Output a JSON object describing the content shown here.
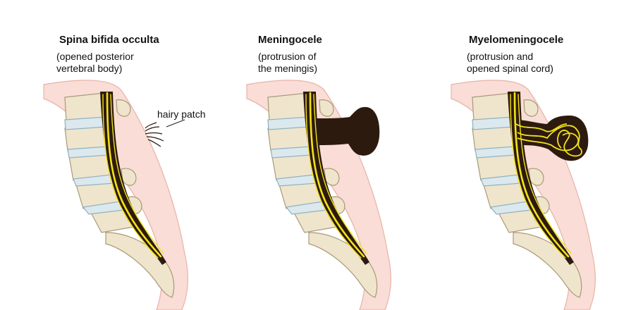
{
  "panels": [
    {
      "title": "Spina bifida occulta",
      "subtitle": "(opened posterior\nvertebral body)"
    },
    {
      "title": "Meningocele",
      "subtitle": "(protrusion of\nthe meningis)"
    },
    {
      "title": "Myelomeningocele",
      "subtitle": "(protrusion and\nopened spinal cord)"
    }
  ],
  "annotations": {
    "hairy_patch": "hairy patch"
  },
  "colors": {
    "skin": "#f9ddd6",
    "skin_edge": "#e8b3a8",
    "bone": "#efe5cc",
    "bone_edge": "#a89a78",
    "disc": "#dbe8ee",
    "disc_edge": "#8fb1c0",
    "canal": "#2d1a0e",
    "nerve": "#f1e21a"
  }
}
